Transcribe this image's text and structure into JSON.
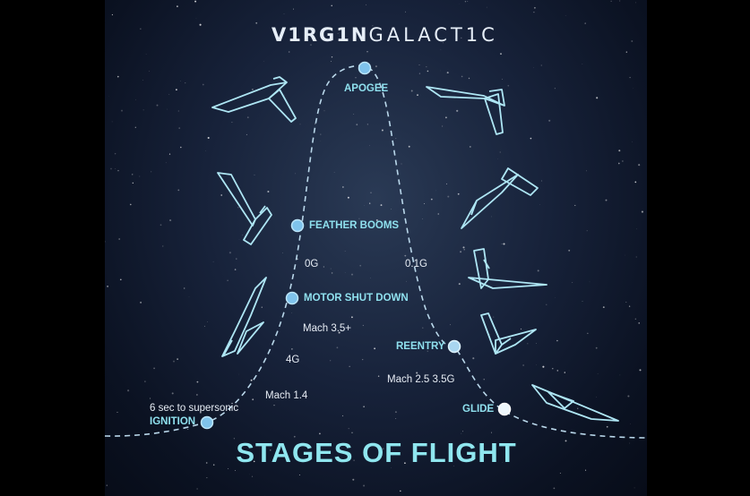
{
  "brand": {
    "part1": "V1RG1N",
    "part2": "GALACT1C"
  },
  "title": "STAGES OF FLIGHT",
  "stages": {
    "apogee": "APOGEE",
    "feather_booms": "FEATHER BOOMS",
    "motor_shut_down": "MOTOR SHUT DOWN",
    "reentry": "REENTRY",
    "glide": "GLIDE",
    "ignition": "IGNITION"
  },
  "notes": {
    "zero_g": "0G",
    "point_one_g": "0.1G",
    "mach_3_5": "Mach 3.5+",
    "four_g": "4G",
    "mach_1_4": "Mach 1.4",
    "supersonic": "6 sec to supersonic",
    "mach_2_5": "Mach 2.5 3.5G"
  },
  "colors": {
    "accent": "#8fe6ef",
    "node": "#7fc3ec",
    "outline": "#aee6f4",
    "path": "#b9d7ea"
  }
}
